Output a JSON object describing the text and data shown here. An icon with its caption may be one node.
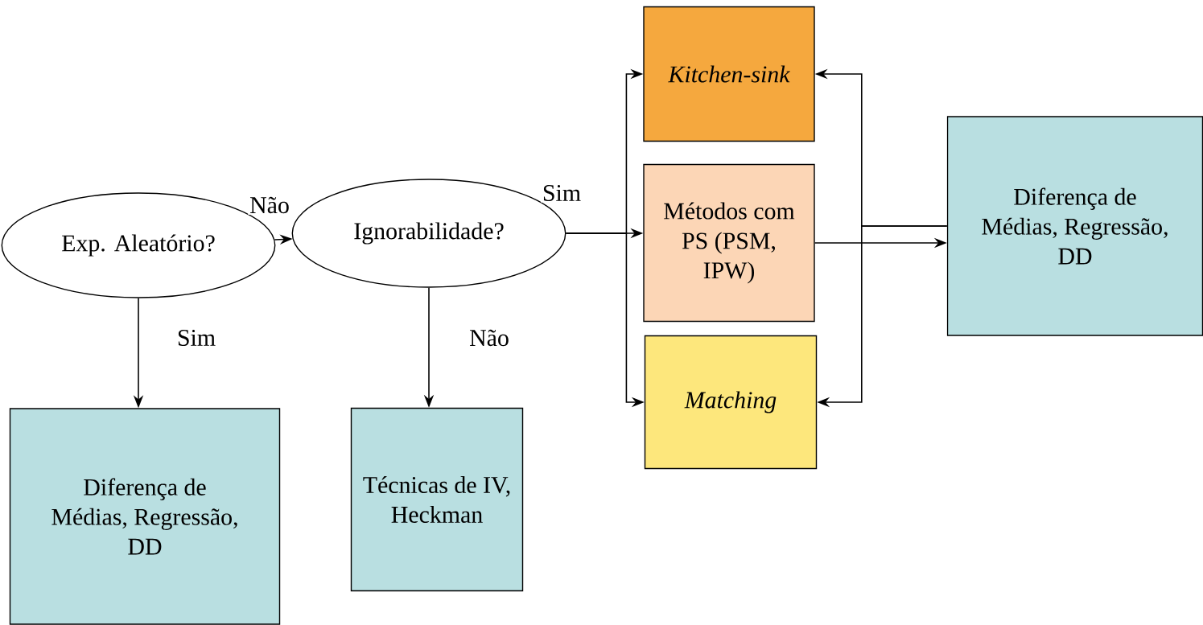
{
  "diagram": {
    "nodes": [
      {
        "text": [
          "Exp. Aleatório?"
        ]
      },
      {
        "text": [
          "Ignorabilidade?"
        ]
      },
      {
        "text": [
          "Kitchen-sink"
        ]
      },
      {
        "text": [
          "Métodos com PS (PSM, IPW)"
        ]
      },
      {
        "text": [
          "Matching"
        ]
      },
      {
        "text": [
          "Diferença de Médias, Regressão, DD"
        ]
      },
      {
        "text": [
          "Diferença de Médias, Regressão, DD"
        ]
      },
      {
        "text": [
          "Técnicas de IV, Heckman"
        ]
      }
    ],
    "edges": [
      {
        "from": 0,
        "to": 1,
        "arrow": "to",
        "label": "Não"
      },
      {
        "from": 0,
        "to": 6,
        "arrow": "to",
        "label": "Sim"
      },
      {
        "from": 1,
        "to": 7,
        "arrow": "to",
        "label": "Não"
      },
      {
        "from": 1,
        "to": 2,
        "arrow": "to"
      },
      {
        "from": 1,
        "to": 3,
        "arrow": "to",
        "label": "Sim"
      },
      {
        "from": 1,
        "to": 4,
        "arrow": "to"
      },
      {
        "from": 3,
        "to": 5,
        "arrow": "to"
      },
      {
        "from": 5,
        "to": 2,
        "arrow": "to"
      },
      {
        "from": 5,
        "to": 4,
        "arrow": "to"
      }
    ]
  }
}
